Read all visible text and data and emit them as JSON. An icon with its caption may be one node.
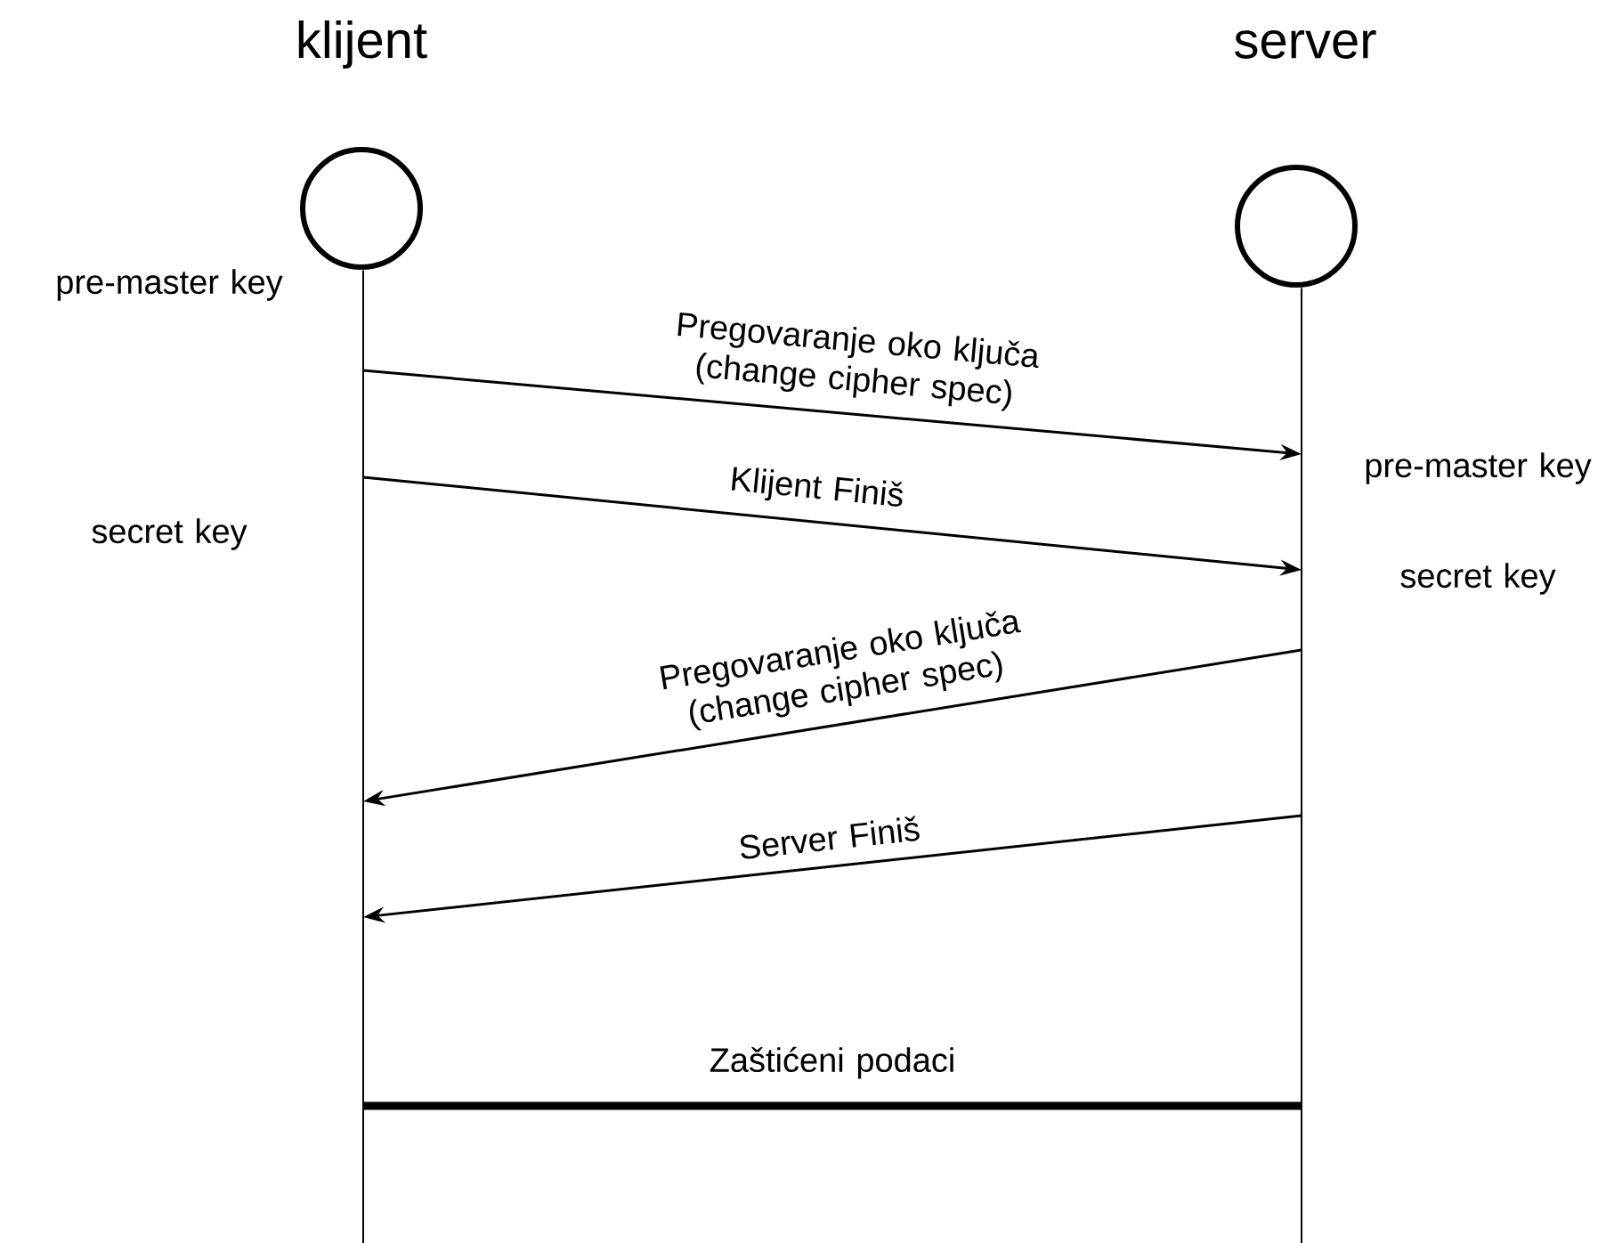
{
  "diagram": {
    "nodes": [
      {
        "text": [
          "klijent"
        ]
      },
      {
        "text": [
          "server"
        ]
      },
      {
        "text": [],
        "shape": "line"
      },
      {
        "text": [],
        "shape": "line"
      }
    ],
    "edges": [
      {
        "from": 2,
        "to": 3,
        "arrow": "to",
        "label": "Pregovaranje oko ključa (change cipher spec)"
      },
      {
        "from": 2,
        "to": 3,
        "arrow": "to",
        "label": "Klijent Finiš"
      },
      {
        "from": 3,
        "to": 2,
        "arrow": "to",
        "label": "Pregovaranje oko ključa (change cipher spec)"
      },
      {
        "from": 3,
        "to": 2,
        "arrow": "to",
        "label": "Server Finiš"
      },
      {
        "from": 2,
        "to": 3,
        "arrow": "none",
        "style": "thick",
        "label": "Zaštićeni podaci"
      }
    ],
    "labels": [
      "pre-master key",
      "secret key",
      "pre-master key",
      "secret key"
    ]
  }
}
